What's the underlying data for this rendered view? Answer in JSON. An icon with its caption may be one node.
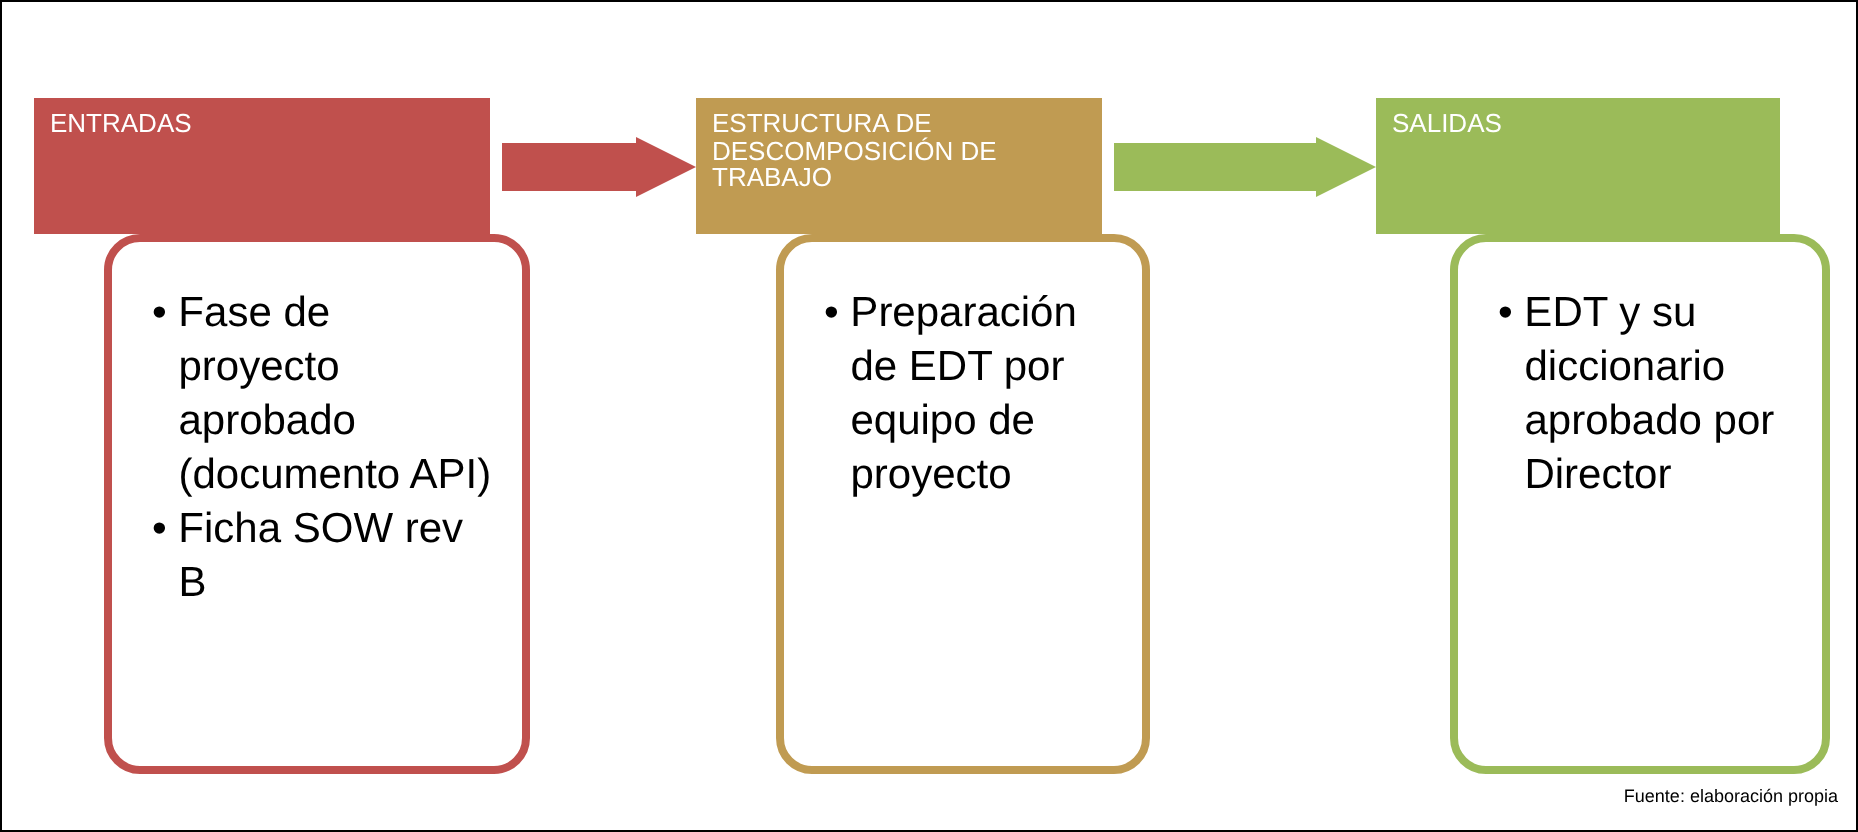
{
  "diagram": {
    "nodes": [
      {
        "text": [
          "ENTRADAS"
        ]
      },
      {
        "text": [
          "• Fase de proyecto aprobado (documento API)",
          "• Ficha SOW rev B"
        ]
      },
      {
        "text": [
          "ESTRUCTURA DE DESCOMPOSICIÓN DE TRABAJO"
        ]
      },
      {
        "text": [
          "• Preparación de EDT por equipo de proyecto"
        ]
      },
      {
        "text": [
          "SALIDAS"
        ]
      },
      {
        "text": [
          "• EDT y su diccionario aprobado por Director"
        ]
      }
    ],
    "edges": [
      {
        "from": 0,
        "to": 2,
        "arrow": "to",
        "color": "#c0504d"
      },
      {
        "from": 2,
        "to": 4,
        "arrow": "to",
        "color": "#9bbb59"
      }
    ],
    "labels": [
      "Fuente: elaboración propia"
    ]
  }
}
